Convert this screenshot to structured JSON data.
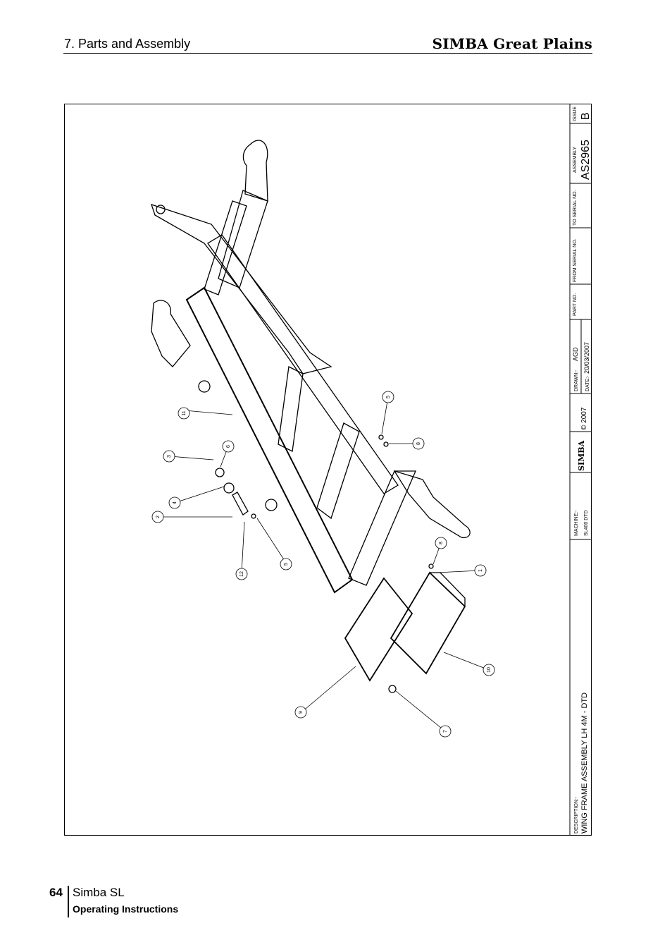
{
  "header": {
    "section": "7. Parts and Assembly",
    "brand": "SIMBA Great Plains"
  },
  "title_block": {
    "issue_label": "ISSUE",
    "issue": "B",
    "assembly_label": "ASSEMBLY",
    "assembly": "AS2965",
    "to_serial_label": "TO SERIAL NO.",
    "from_serial_label": "FROM SERIAL NO.",
    "part_no_label": "PART NO.",
    "drawn_label": "DRAWN:-",
    "drawn": "AGD",
    "date_label": "DATE:-",
    "date": "20/03/2007",
    "copyright": "© 2007",
    "logo": "SIMBA",
    "machine_label": "MACHINE:-",
    "machine": "SL400 DTD",
    "description_label": "DESCRIPTION:-",
    "description": "WING FRAME ASSEMBLY LH 4M - DTD"
  },
  "callouts": [
    "11",
    "3",
    "6",
    "4",
    "2",
    "12",
    "5",
    "5",
    "8",
    "8",
    "1",
    "10",
    "9",
    "7"
  ],
  "footer": {
    "page_number": "64",
    "model": "Simba SL",
    "subtitle": "Operating Instructions"
  }
}
